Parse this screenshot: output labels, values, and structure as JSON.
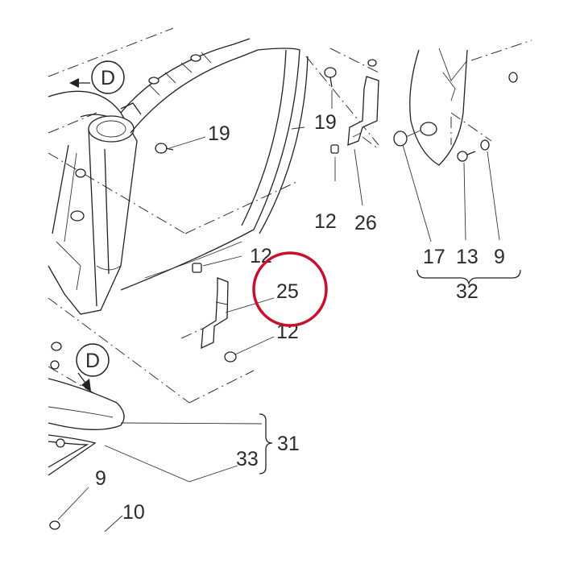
{
  "view_marker": "D",
  "labels": {
    "c19a": "19",
    "c19b": "19",
    "c12a": "12",
    "c26": "26",
    "c17": "17",
    "c13": "13",
    "c9a": "9",
    "c32": "32",
    "c12b": "12",
    "c25": "25",
    "c12c": "12",
    "c31": "31",
    "c33": "33",
    "c9b": "9",
    "c10": "10"
  },
  "highlight": {
    "callout": "25",
    "color": "#c8102e"
  }
}
